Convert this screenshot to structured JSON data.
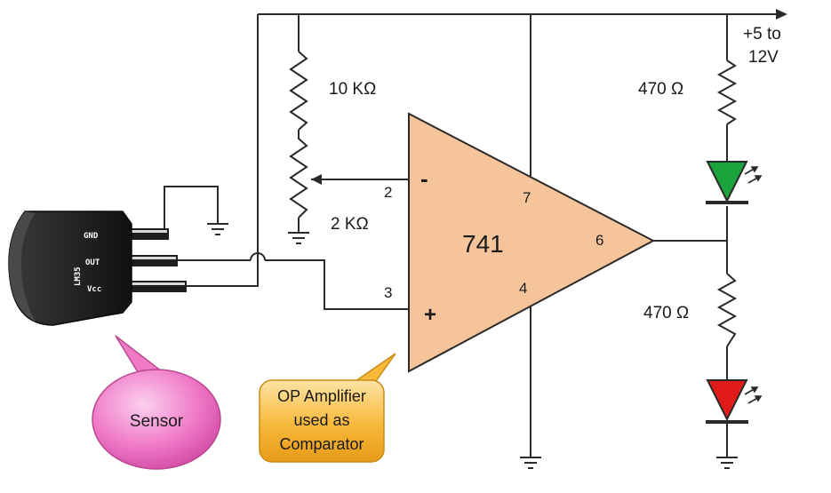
{
  "supply": {
    "label_line1": "+5 to",
    "label_line2": "12V"
  },
  "resistors": {
    "r_top": "10 KΩ",
    "r_bottom": "2 KΩ",
    "r_led_green": "470 Ω",
    "r_led_red": "470 Ω"
  },
  "opamp": {
    "name": "741",
    "pin_inverting": "2",
    "pin_noninverting": "3",
    "pin_vplus": "7",
    "pin_vminus": "4",
    "pin_output": "6",
    "sign_minus": "-",
    "sign_plus": "+"
  },
  "sensor_chip": {
    "name": "LM35",
    "pin_gnd": "GND",
    "pin_out": "OUT",
    "pin_vcc": "Vcc"
  },
  "callouts": {
    "sensor": "Sensor",
    "opamp_line1": "OP Amplifier",
    "opamp_line2": "used as",
    "opamp_line3": "Comparator"
  },
  "colors": {
    "opamp_fill": "#f6c49b",
    "led_green": "#1aa33a",
    "led_red": "#e11b1b",
    "sensor_bubble": "#f07ac8",
    "comparator_bubble": "#f8b93a",
    "chip_body": "#1e1e1e"
  }
}
